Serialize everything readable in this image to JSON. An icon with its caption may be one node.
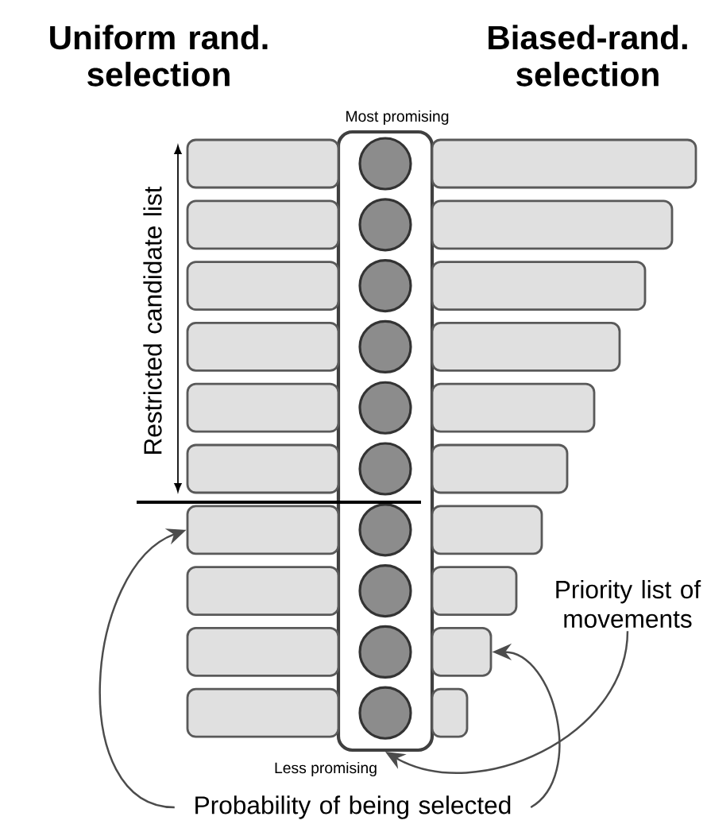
{
  "diagram": {
    "nodes": [
      {
        "text": [],
        "shape": "box",
        "beside": [
          "Most promising",
          "Less promising"
        ]
      },
      {
        "text": [],
        "shape": "circle",
        "in": 0
      },
      {
        "text": [],
        "shape": "circle",
        "in": 0
      },
      {
        "text": [],
        "shape": "circle",
        "in": 0
      },
      {
        "text": [],
        "shape": "circle",
        "in": 0
      },
      {
        "text": [],
        "shape": "circle",
        "in": 0
      },
      {
        "text": [],
        "shape": "circle",
        "in": 0
      },
      {
        "text": [],
        "shape": "circle",
        "in": 0
      },
      {
        "text": [],
        "shape": "circle",
        "in": 0
      },
      {
        "text": [],
        "shape": "circle",
        "in": 0
      },
      {
        "text": [],
        "shape": "circle",
        "in": 0
      },
      {
        "text": [],
        "shape": "bar"
      },
      {
        "text": [],
        "shape": "bar"
      },
      {
        "text": [],
        "shape": "bar"
      },
      {
        "text": [],
        "shape": "bar"
      },
      {
        "text": [],
        "shape": "bar"
      },
      {
        "text": [],
        "shape": "bar"
      },
      {
        "text": [],
        "shape": "bar"
      },
      {
        "text": [],
        "shape": "bar"
      },
      {
        "text": [],
        "shape": "bar"
      },
      {
        "text": [],
        "shape": "bar"
      },
      {
        "text": [],
        "shape": "bar"
      },
      {
        "text": [],
        "shape": "bar"
      },
      {
        "text": [],
        "shape": "bar"
      },
      {
        "text": [],
        "shape": "bar"
      },
      {
        "text": [],
        "shape": "bar"
      },
      {
        "text": [],
        "shape": "bar"
      },
      {
        "text": [],
        "shape": "bar"
      },
      {
        "text": [],
        "shape": "bar"
      },
      {
        "text": [],
        "shape": "bar"
      },
      {
        "text": [],
        "shape": "bar"
      },
      {
        "text": [
          "Priority list of movements"
        ]
      },
      {
        "text": [
          "Probability of being selected"
        ]
      }
    ],
    "edges": [
      {
        "from": 31,
        "to": 0,
        "arrow": "to"
      },
      {
        "from": 32,
        "to": 17,
        "arrow": "to"
      },
      {
        "from": 32,
        "to": 29,
        "arrow": "to"
      }
    ],
    "labels": [
      "Uniform rand. selection",
      "Biased-rand. selection",
      "Restricted candidate list"
    ]
  }
}
